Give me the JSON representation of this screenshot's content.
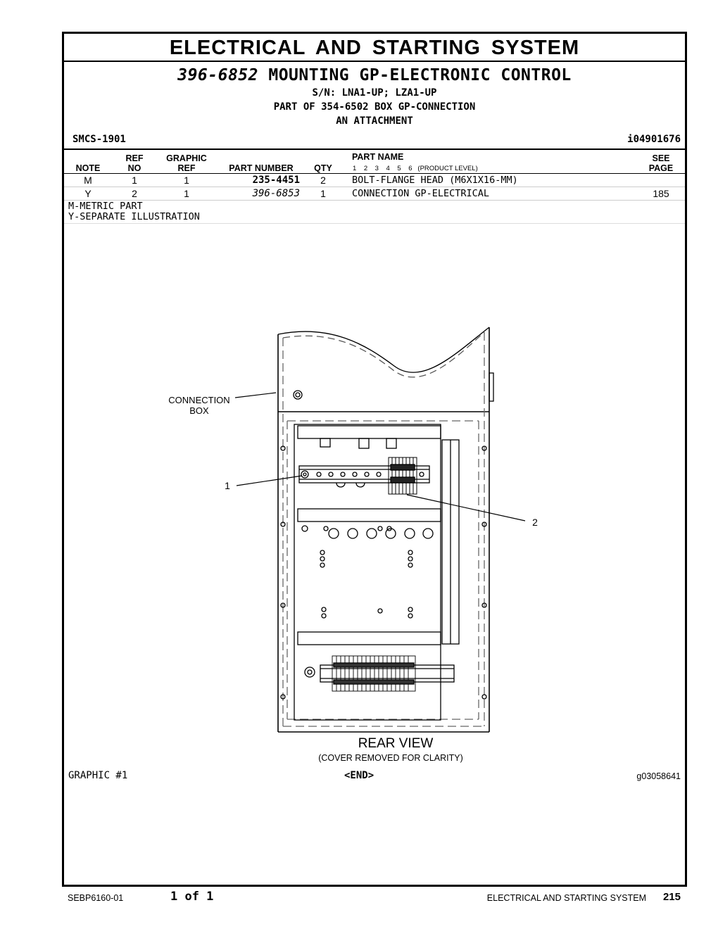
{
  "header": {
    "section_title": "ELECTRICAL AND STARTING SYSTEM",
    "group_part_number": "396-6852",
    "group_name": "MOUNTING GP-ELECTRONIC CONTROL",
    "serial_numbers": "S/N: LNA1-UP; LZA1-UP",
    "part_of": "PART OF 354-6502 BOX GP-CONNECTION",
    "attachment": "AN ATTACHMENT",
    "smcs": "SMCS-1901",
    "illustration_id": "i04901676"
  },
  "table": {
    "headers": {
      "note": "NOTE",
      "ref_no_1": "REF",
      "ref_no_2": "NO",
      "graphic_ref_1": "GRAPHIC",
      "graphic_ref_2": "REF",
      "part_number": "PART NUMBER",
      "qty": "QTY",
      "part_name": "PART NAME",
      "levels": "1    2    3    4    5    6   (PRODUCT LEVEL)",
      "see_page_1": "SEE",
      "see_page_2": "PAGE"
    },
    "rows": [
      {
        "note": "M",
        "ref_no": "1",
        "graphic_ref": "1",
        "part_number": "235-4451",
        "qty": "2",
        "part_name": "BOLT-FLANGE HEAD (M6X1X16-MM)",
        "see_page": ""
      },
      {
        "note": "Y",
        "ref_no": "2",
        "graphic_ref": "1",
        "part_number": "396-6853",
        "qty": "1",
        "part_name": "CONNECTION GP-ELECTRICAL",
        "see_page": "185"
      }
    ],
    "notes": [
      "M-METRIC PART",
      "Y-SEPARATE ILLUSTRATION"
    ]
  },
  "illustration": {
    "callout_box_1": "CONNECTION",
    "callout_box_2": "BOX",
    "callout_1": "1",
    "callout_2": "2",
    "view_title": "REAR VIEW",
    "view_subtitle": "(COVER REMOVED FOR CLARITY)",
    "graphic_label": "GRAPHIC #1",
    "end_label": "<END>",
    "graphic_id": "g03058641"
  },
  "footer": {
    "doc_number": "SEBP6160-01",
    "pagination": "1 of 1",
    "section": "ELECTRICAL AND STARTING SYSTEM",
    "page": "215"
  }
}
